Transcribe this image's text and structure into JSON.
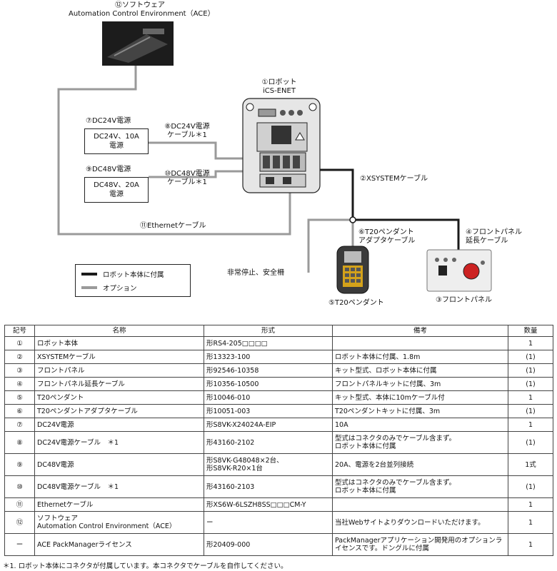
{
  "diagram": {
    "software_label": "⑫ソフトウェア\nAutomation Control Environment（ACE）",
    "robot_label": "①ロボット\niCS-ENET",
    "dc24_label": "⑦DC24V電源",
    "dc24_box": "DC24V、10A\n電源",
    "dc24_cable": "⑧DC24V電源\nケーブル＊1",
    "dc48_label": "⑨DC48V電源",
    "dc48_box": "DC48V、20A\n電源",
    "dc48_cable": "⑩DC48V電源\nケーブル＊1",
    "xsystem_cable": "②XSYSTEMケーブル",
    "ethernet_cable": "⑪Ethernetケーブル",
    "adapter_cable": "⑥T20ペンダント\nアダプタケーブル",
    "front_ext_cable": "④フロントパネル\n延長ケーブル",
    "estop": "非常停止、安全柵",
    "pendant": "⑤T20ペンダント",
    "front_panel": "③フロントパネル",
    "legend": {
      "included": "ロボット本体に付属",
      "option": "オプション",
      "included_color": "#1a1a1a",
      "option_color": "#9a9a9a"
    }
  },
  "table": {
    "headers": [
      "記号",
      "名称",
      "形式",
      "備考",
      "数量"
    ],
    "rows": [
      [
        "①",
        "ロボット本体",
        "形RS4-205□□□□",
        "",
        "1"
      ],
      [
        "②",
        "XSYSTEMケーブル",
        "形13323-100",
        "ロボット本体に付属、1.8m",
        "(1)"
      ],
      [
        "③",
        "フロントパネル",
        "形92546-10358",
        "キット型式、ロボット本体に付属",
        "(1)"
      ],
      [
        "④",
        "フロントパネル延長ケーブル",
        "形10356-10500",
        "フロントパネルキットに付属、3m",
        "(1)"
      ],
      [
        "⑤",
        "T20ペンダント",
        "形10046-010",
        "キット型式、本体に10mケーブル付",
        "1"
      ],
      [
        "⑥",
        "T20ペンダントアダプタケーブル",
        "形10051-003",
        "T20ペンダントキットに付属、3m",
        "(1)"
      ],
      [
        "⑦",
        "DC24V電源",
        "形S8VK-X24024A-EIP",
        "10A",
        "1"
      ],
      [
        "⑧",
        "DC24V電源ケーブル　＊1",
        "形43160-2102",
        "型式はコネクタのみでケーブル含まず。\nロボット本体に付属",
        "(1)"
      ],
      [
        "⑨",
        "DC48V電源",
        "形S8VK-G48048×2台、\n形S8VK-R20×1台",
        "20A、電源を2台並列接続",
        "1式"
      ],
      [
        "⑩",
        "DC48V電源ケーブル　＊1",
        "形43160-2103",
        "型式はコネクタのみでケーブル含まず。\nロボット本体に付属",
        "(1)"
      ],
      [
        "⑪",
        "Ethernetケーブル",
        "形XS6W-6LSZH8SS□□□CM-Y",
        "",
        "1"
      ],
      [
        "⑫",
        "ソフトウェア\nAutomation Control Environment（ACE）",
        "ー",
        "当社Webサイトよりダウンロードいただけます。",
        "1"
      ],
      [
        "ー",
        "ACE PackManagerライセンス",
        "形20409-000",
        "PackManagerアプリケーション開発用のオプションライセンスです。ドングルに付属",
        "1"
      ]
    ],
    "row_heights": [
      18,
      18,
      18,
      18,
      18,
      18,
      18,
      30,
      30,
      30,
      18,
      30,
      30
    ]
  },
  "footnote": "＊1. ロボット本体にコネクタが付属しています。本コネクタでケーブルを自作してください。"
}
